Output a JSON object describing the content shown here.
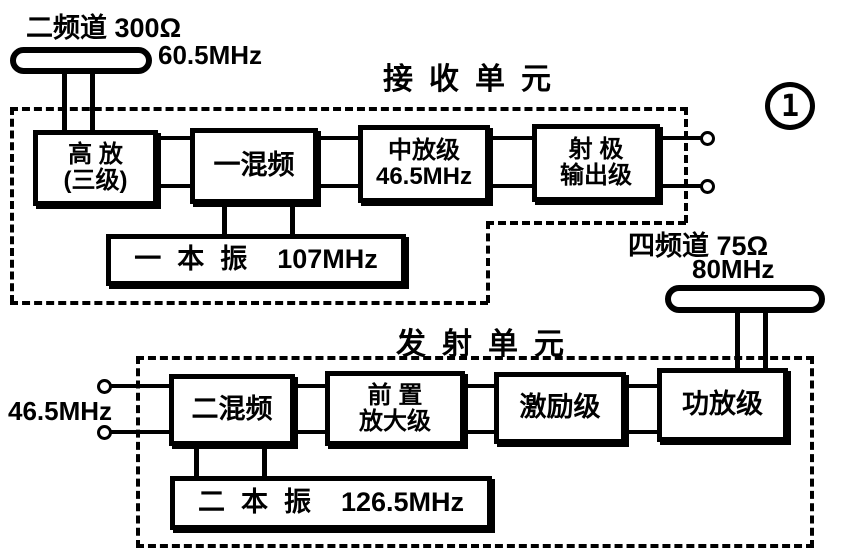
{
  "receiver": {
    "title": "接收单元",
    "antenna_label": "二频道 300Ω",
    "antenna_freq": "60.5MHz",
    "rf_amp_line1": "高 放",
    "rf_amp_line2": "(三级)",
    "mixer1": "一混频",
    "if_amp_line1": "中放级",
    "if_amp_line2": "46.5MHz",
    "emitter_line1": "射 极",
    "emitter_line2": "输出级",
    "lo1_name": "一本振",
    "lo1_freq": "107MHz",
    "badge": "1"
  },
  "transmitter": {
    "title": "发射单元",
    "antenna_label": "四频道 75Ω",
    "antenna_freq": "80MHz",
    "input_freq": "46.5MHz",
    "mixer2": "二混频",
    "preamp_line1": "前 置",
    "preamp_line2": "放大级",
    "driver": "激励级",
    "pa": "功放级",
    "lo2_name": "二本振",
    "lo2_freq": "126.5MHz"
  },
  "colors": {
    "ink": "#000000",
    "paper": "#ffffff"
  }
}
